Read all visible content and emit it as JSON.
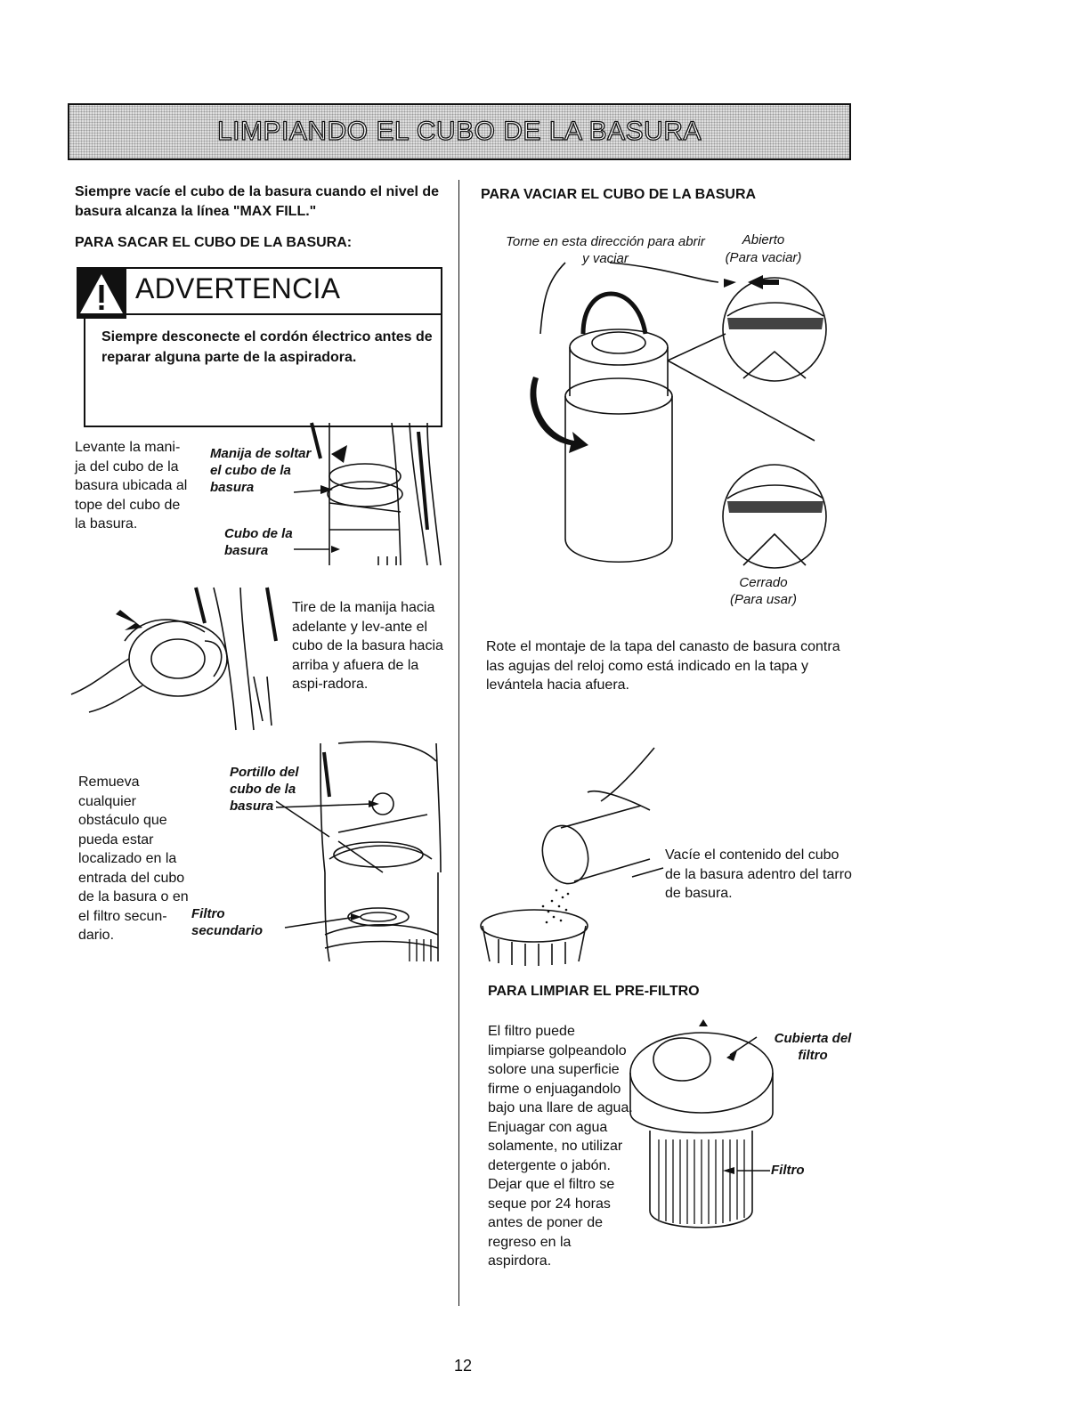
{
  "banner": {
    "title": "LIMPIANDO EL CUBO DE LA BASURA"
  },
  "left": {
    "intro": "Siempre vacíe el cubo de la basura cuando el nivel de basura alcanza la línea \"MAX FILL.\"",
    "remove_heading": "PARA SACAR EL CUBO DE LA BASURA:",
    "warning": {
      "title": "ADVERTENCIA",
      "text": "Siempre desconecte el cordón électrico antes de reparar alguna parte de la aspiradora."
    },
    "step1": {
      "text": "Levante la mani-ja del cubo de la basura ubicada al tope del cubo de la basura.",
      "label_handle": "Manija de soltar el cubo de la basura",
      "label_container": "Cubo de la basura"
    },
    "step2": {
      "text": "Tire de la manija hacia adelante y lev-ante el cubo de la basura hacia arriba y afuera de la aspi-radora."
    },
    "step3": {
      "text": "Remueva cualquier obstáculo que pueda estar localizado en la entrada del cubo de la basura o en el filtro secun-dario.",
      "label_inlet": "Portillo del cubo de la basura",
      "label_filter": "Filtro secundario"
    }
  },
  "right": {
    "empty_heading": "PARA VACIAR EL CUBO DE LA BASURA",
    "label_turn": "Torne en esta dirección para abrir y vaciar",
    "label_open": "Abierto",
    "label_open_sub": "(Para vaciar)",
    "label_closed": "Cerrado",
    "label_closed_sub": "(Para usar)",
    "rotate_text": "Rote el montaje de la tapa del canasto de basura contra las agujas del reloj como está indicado en la tapa y levántela hacia afuera.",
    "dump_text": "Vacíe el contenido del cubo de la basura adentro del tarro de basura.",
    "prefilter_heading": "PARA LIMPIAR EL PRE-FILTRO",
    "prefilter_text": "El filtro puede limpiarse golpeandolo solore una superficie firme o enjuagandolo bajo una llare de agua. Enjuagar con agua solamente, no utilizar detergente o jabón. Dejar que el filtro se seque por 24 horas antes de poner de regreso en la aspirdora.",
    "label_cover": "Cubierta del filtro",
    "label_filter": "Filtro"
  },
  "page_number": "12"
}
